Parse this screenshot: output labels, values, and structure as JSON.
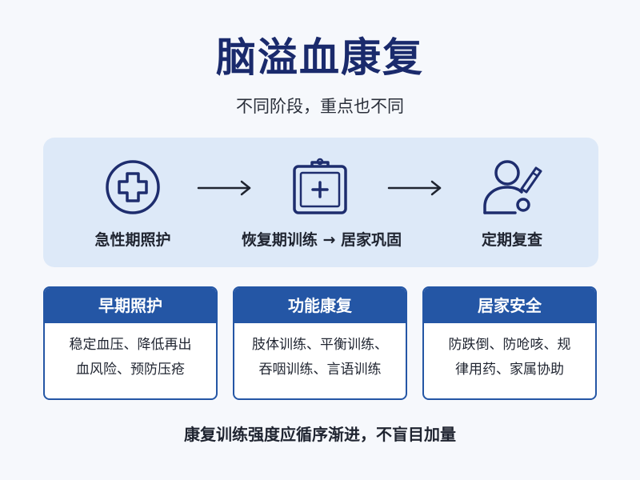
{
  "header": {
    "title": "脑溢血康复",
    "subtitle": "不同阶段，重点也不同"
  },
  "flow": {
    "stages": [
      {
        "label": "急性期照护",
        "icon": "medical-cross-icon"
      },
      {
        "label": "恢复期训练 → 居家巩固",
        "icon": "clipboard-icon"
      },
      {
        "label": "定期复查",
        "icon": "patient-checkup-icon"
      }
    ],
    "arrow_icon": "arrow-right-icon"
  },
  "cards": [
    {
      "title": "早期照护",
      "line1": "稳定血压、降低再出",
      "line2": "血风险、预防压疮"
    },
    {
      "title": "功能康复",
      "line1": "肢体训练、平衡训练、",
      "line2": "吞咽训练、言语训练"
    },
    {
      "title": "居家安全",
      "line1": "防跌倒、防呛咳、规",
      "line2": "律用药、家属协助"
    }
  ],
  "footer": {
    "note": "康复训练强度应循序渐进，不盲目加量"
  },
  "colors": {
    "title": "#1a2a6c",
    "accent": "#2456a5",
    "panel": "#dde9f8",
    "icon": "#1e2d6e",
    "background": "#f6f8fc"
  }
}
